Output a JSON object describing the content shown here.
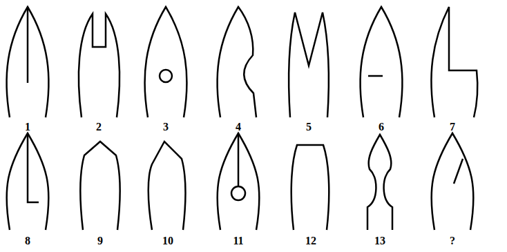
{
  "diagram": {
    "labels": [
      "1",
      "2",
      "3",
      "4",
      "5",
      "6",
      "7",
      "8",
      "9",
      "10",
      "11",
      "12",
      "13",
      "?"
    ]
  }
}
